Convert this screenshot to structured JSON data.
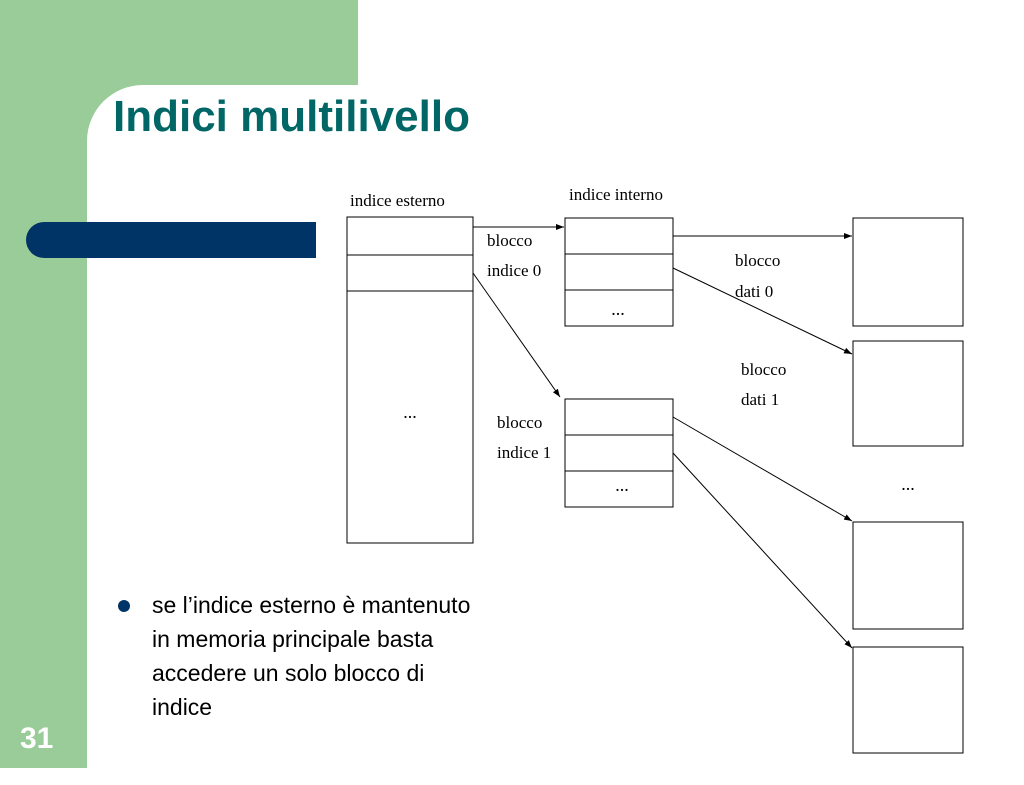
{
  "slide": {
    "title": "Indici multilivello",
    "number": "31",
    "bullets": [
      "se l’indice esterno è mantenuto in memoria principale basta accedere un solo blocco di indice"
    ]
  },
  "diagram": {
    "outer_index_label": "indice esterno",
    "inner_index_label": "indice interno",
    "index_block_0_label": [
      "blocco",
      "indice 0"
    ],
    "index_block_1_label": [
      "blocco",
      "indice 1"
    ],
    "data_block_0_label": [
      "blocco",
      "dati 0"
    ],
    "data_block_1_label": [
      "blocco",
      "dati 1"
    ],
    "ellipsis": "..."
  },
  "colors": {
    "green_bar": "#99cc99",
    "title": "#006666",
    "blue_accent": "#003366"
  }
}
